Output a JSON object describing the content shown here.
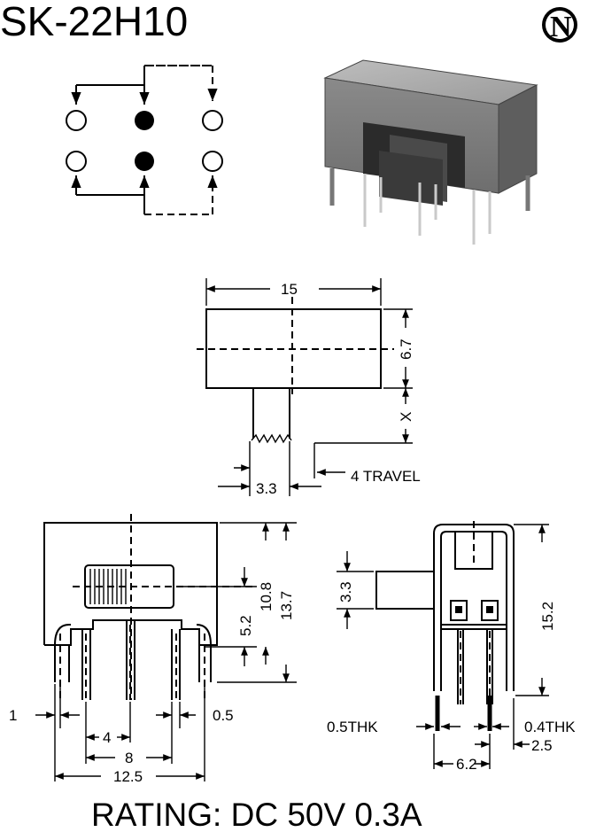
{
  "title": "SK-22H10",
  "logo_letter": "N",
  "rating": "RATING: DC 50V 0.3A",
  "top_view": {
    "width": "15",
    "height": "6.7",
    "actuator_offset": "X",
    "actuator_width": "3.3",
    "travel": "4 TRAVEL"
  },
  "front_view": {
    "h1": "5.2",
    "h2": "10.8",
    "h3": "13.7",
    "pin_width_left": "1",
    "pin_width_right": "0.5",
    "pitch": "4",
    "span": "8",
    "overall": "12.5"
  },
  "side_view": {
    "actuator": "3.3",
    "height": "15.2",
    "thk_left": "0.5THK",
    "thk_right": "0.4THK",
    "pitch": "2.5",
    "width": "6.2"
  },
  "colors": {
    "ink": "#000000",
    "paper": "#ffffff",
    "body_fill": "#8c8c8c"
  }
}
